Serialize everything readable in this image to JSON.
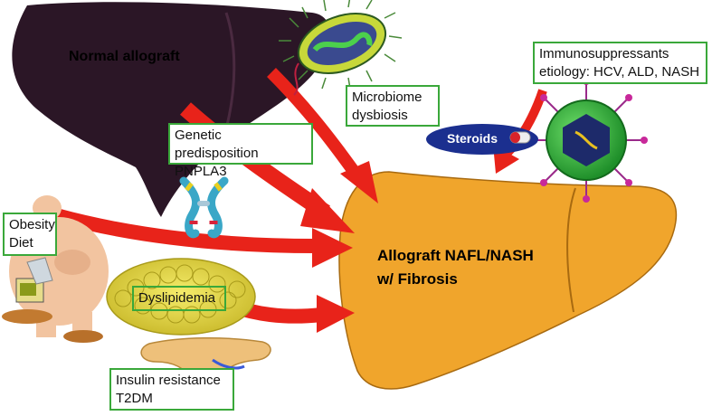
{
  "labels": {
    "normal_allograft": "Normal allograft",
    "microbiome_line1": "Microbiome",
    "microbiome_line2": "dysbiosis",
    "immuno_line1": "Immunosuppressants",
    "immuno_line2": "etiology: HCV, ALD, NASH",
    "steroids": "Steroids",
    "genetic_line1": "Genetic predisposition",
    "genetic_line2": "PNPLA3",
    "obesity_line1": "Obesity",
    "obesity_line2": "Diet",
    "dyslipidemia": "Dyslipidemia",
    "insulin_line1": "Insulin resistance",
    "insulin_line2": "T2DM",
    "outcome_line1": "Allograft NAFL/NASH",
    "outcome_line2": "w/ Fibrosis"
  },
  "colors": {
    "normal_liver": "#2b1626",
    "fatty_liver": "#f0a52c",
    "arrow": "#e8231a",
    "box_border": "#3aa83a",
    "steroid_pill": "#1b2f8f"
  },
  "icons": [
    "bacterium-icon",
    "virus-icon",
    "chromosome-icon",
    "obese-person-icon",
    "fat-tissue-icon",
    "pancreas-icon",
    "pill-icon"
  ]
}
